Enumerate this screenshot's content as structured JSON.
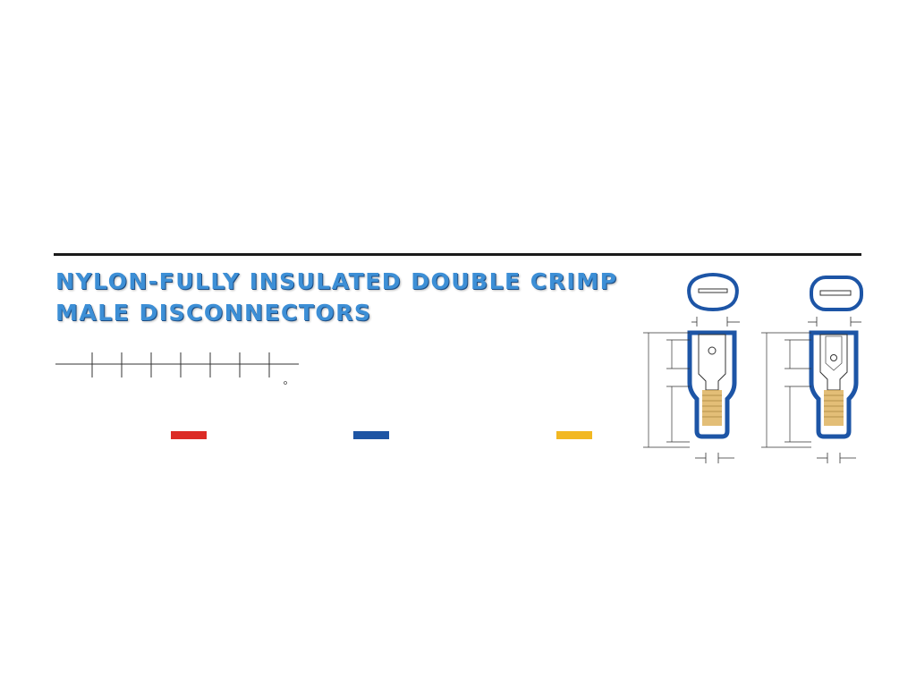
{
  "header": {
    "title_line1": "NYLON-FULLY INSULATED DOUBLE CRIMP",
    "title_line2": "MALE DISCONNECTORS"
  },
  "colors": {
    "rule": "#1a1a1a",
    "title": "#3d8fd6",
    "insulation_blue": "#1d55a6",
    "wire_red": "#dc2b25",
    "wire_blue": "#1e55a4",
    "wire_yellow": "#f2b822",
    "crimp_tan": "#d9a84a"
  },
  "swatches": [
    {
      "name": "red",
      "color": "#dc2b25"
    },
    {
      "name": "blue",
      "color": "#1e55a4"
    },
    {
      "name": "yellow",
      "color": "#f2b822"
    }
  ],
  "diagrams": [
    {
      "name": "connector-diagram-left",
      "icon": "male-disconnector-side-view"
    },
    {
      "name": "connector-diagram-right",
      "icon": "male-disconnector-cutaway-view"
    }
  ]
}
